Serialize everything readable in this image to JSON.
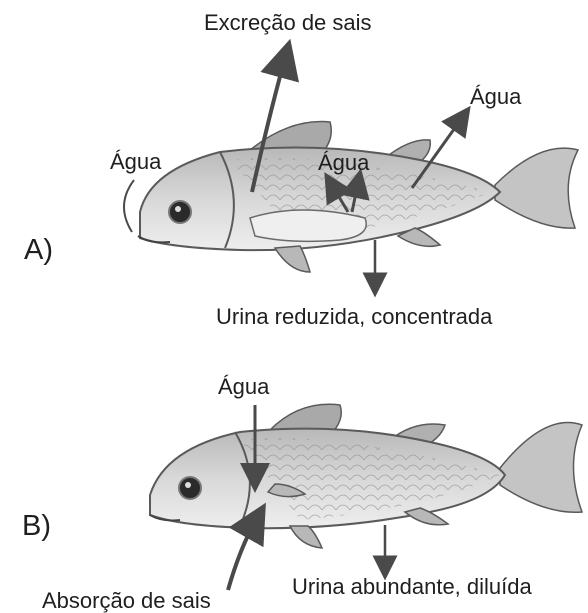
{
  "panel_a": {
    "letter": "A)",
    "labels": {
      "salt_excretion": "Excreção de sais",
      "water_gill": "Água",
      "water_mouth": "Água",
      "water_body": "Água",
      "urine": "Urina reduzida, concentrada"
    }
  },
  "panel_b": {
    "letter": "B)",
    "labels": {
      "water_in": "Água",
      "salt_absorption": "Absorção de sais",
      "urine": "Urina abundante, diluída"
    }
  },
  "colors": {
    "arrow": "#4a4a4a",
    "fish_body": "#cfcfcf",
    "fish_outline": "#5a5a5a",
    "text": "#1f1f1f"
  }
}
